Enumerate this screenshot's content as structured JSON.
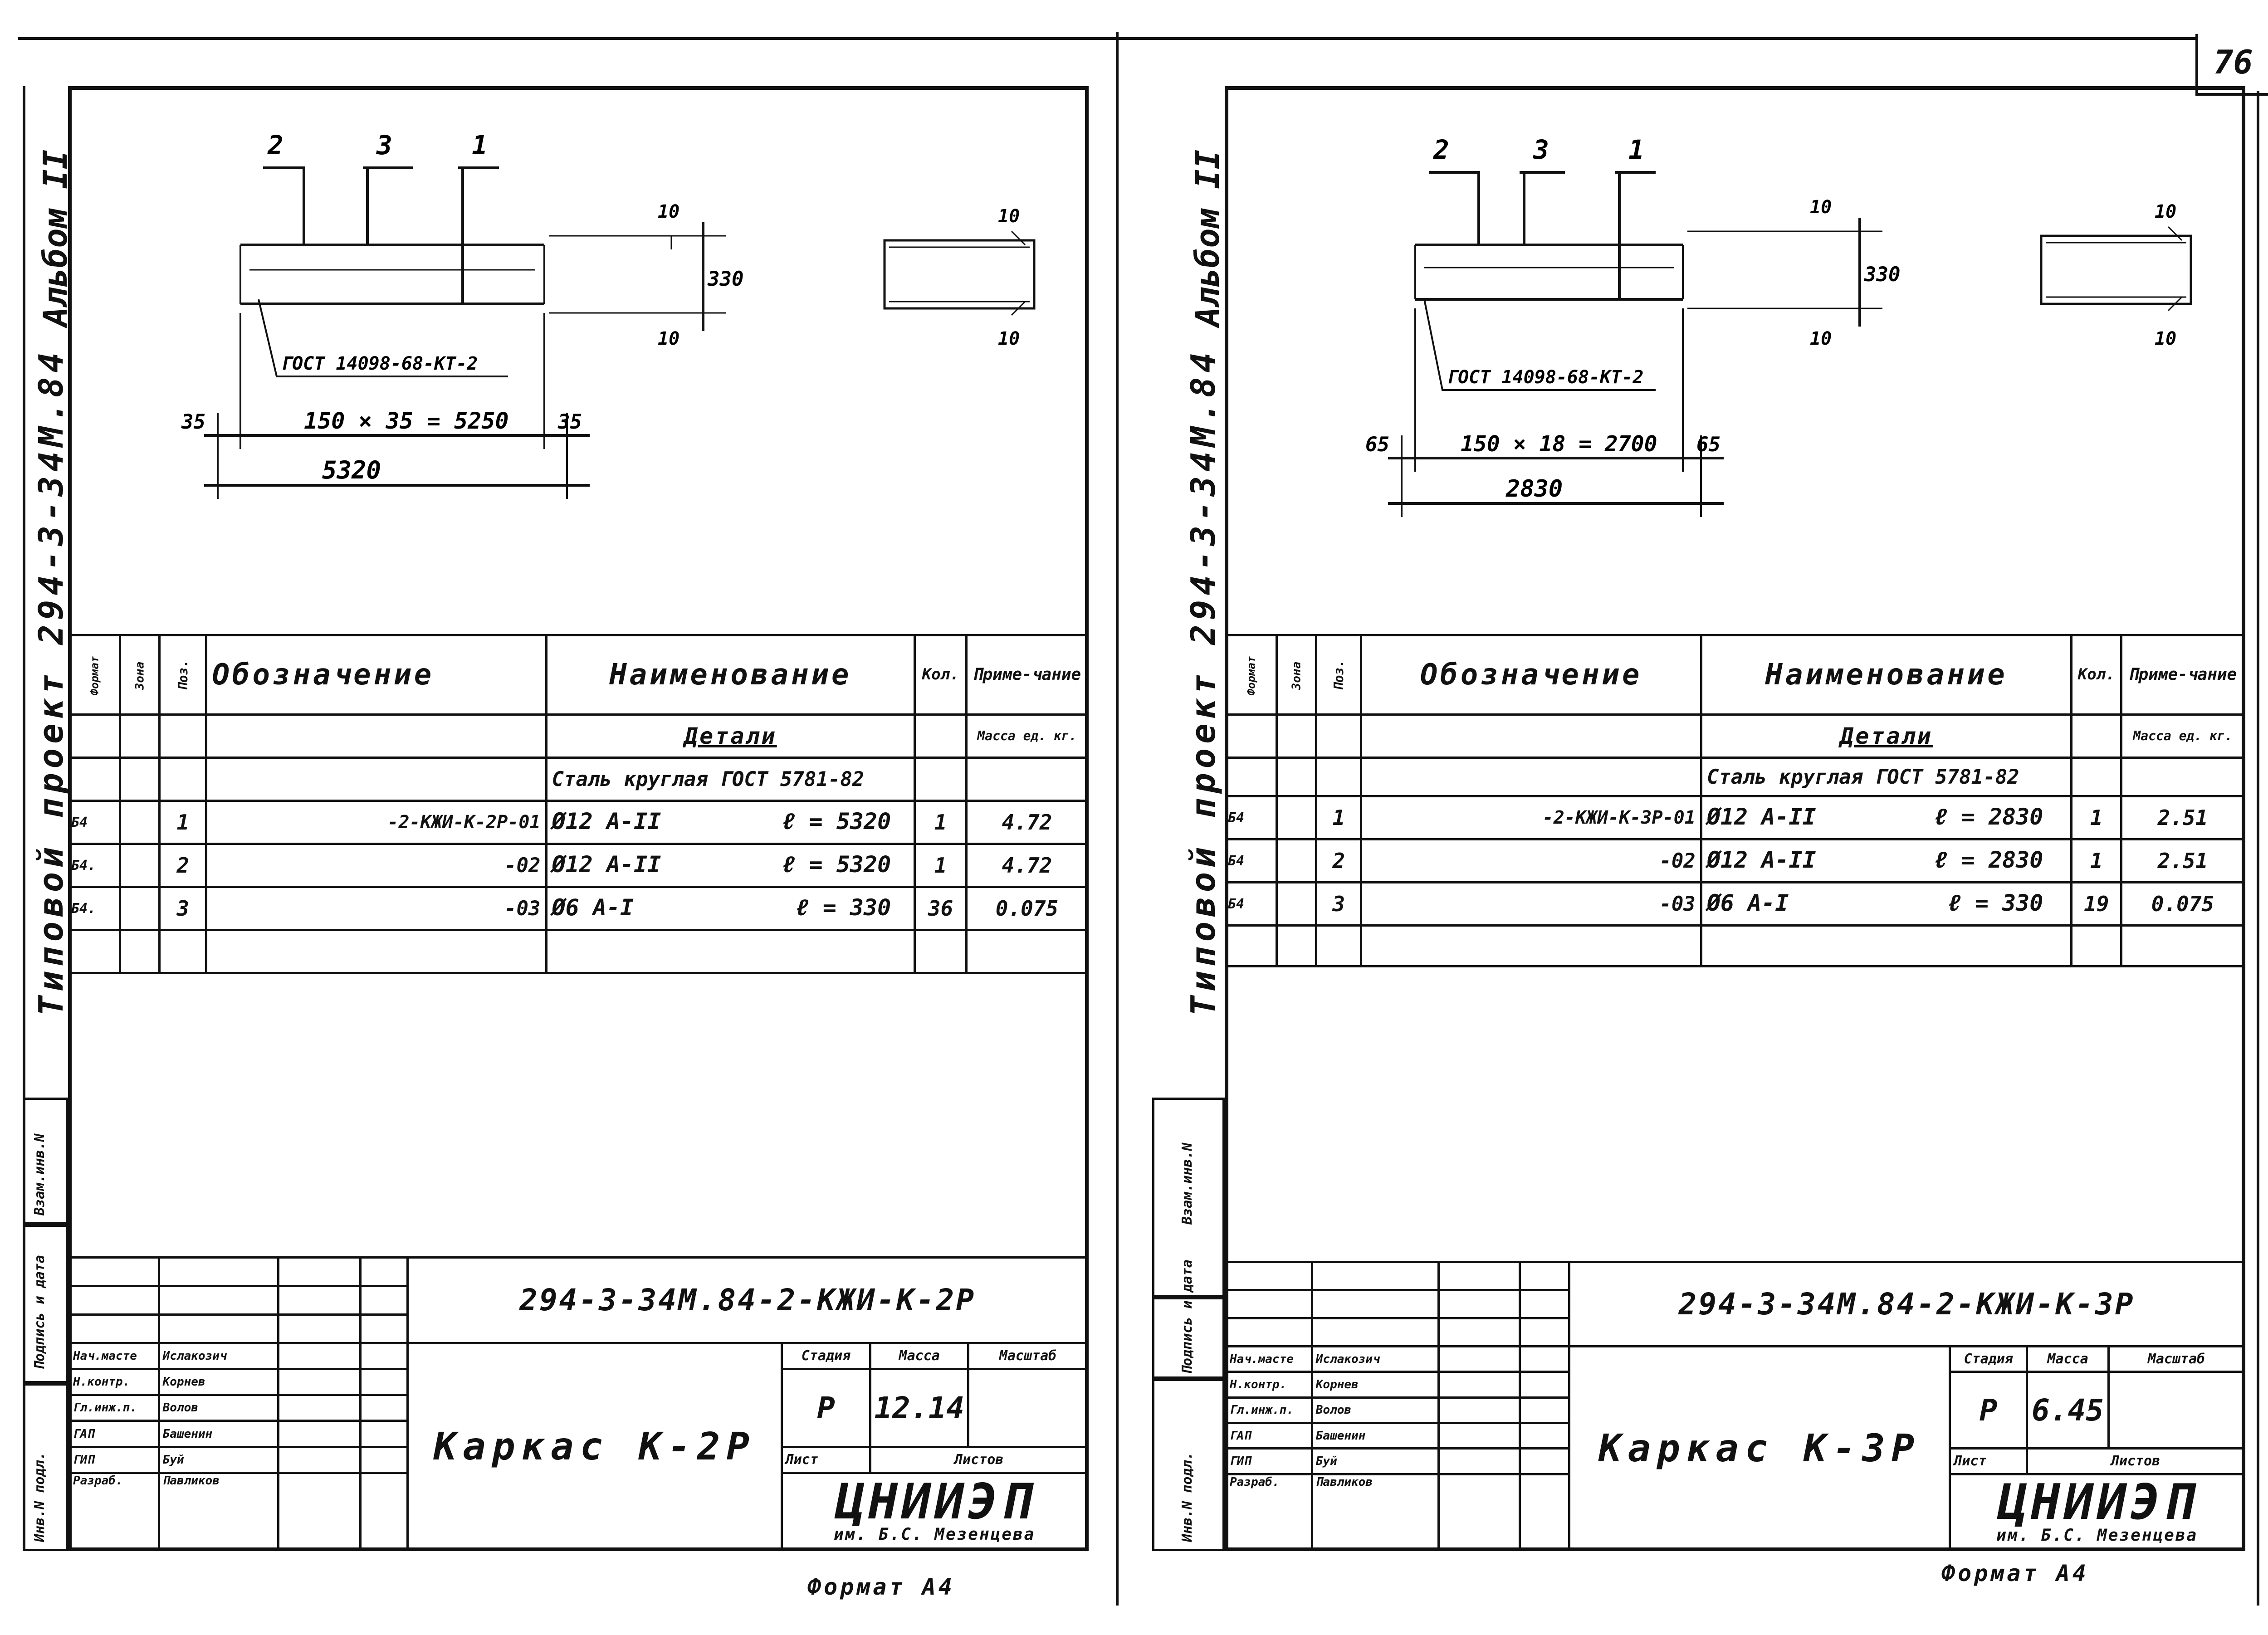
{
  "page_number": "76",
  "sheets": [
    {
      "album": "Альбом II",
      "project": "Типовой проект 294-3-34М.84",
      "side_boxes": [
        "Взам.инв.N",
        "Подпись и дата",
        "Инв.N подл."
      ],
      "drawing": {
        "callouts": [
          "2",
          "3",
          "1"
        ],
        "gost": "ГОСТ 14098-68-КТ-2",
        "dim_left": "35",
        "dim_right": "35",
        "dim_mid": "150 × 35 = 5250",
        "dim_total": "5320",
        "dim_top": "10",
        "dim_height": "330",
        "dim_bottom": "10",
        "sec_top": "10",
        "sec_bottom": "10"
      },
      "spec": {
        "headers": {
          "format": "Формат",
          "zone": "Зона",
          "pos": "Поз.",
          "designation": "Обозначение",
          "name": "Наименование",
          "qty": "Кол.",
          "note": "Приме-чание"
        },
        "section": "Детали",
        "mass_unit": "Масса ед. кг.",
        "material": "Сталь круглая ГОСТ 5781-82",
        "rows": [
          {
            "format": "Б4",
            "pos": "1",
            "designation": "-2-КЖИ-К-2Р-01",
            "bar": "Ø12 А-II",
            "length": "ℓ = 5320",
            "qty": "1",
            "mass": "4.72"
          },
          {
            "format": "Б4.",
            "pos": "2",
            "designation": "-02",
            "bar": "Ø12 А-II",
            "length": "ℓ = 5320",
            "qty": "1",
            "mass": "4.72"
          },
          {
            "format": "Б4.",
            "pos": "3",
            "designation": "-03",
            "bar": "Ø6 А-I",
            "length": "ℓ = 330",
            "qty": "36",
            "mass": "0.075"
          }
        ]
      },
      "title_block": {
        "doc": "294-3-34М.84-2-КЖИ-К-2Р",
        "title": "Каркас К-2Р",
        "stage_label": "Стадия",
        "mass_label": "Масса",
        "scale_label": "Масштаб",
        "stage": "Р",
        "mass": "12.14",
        "sheet_label": "Лист",
        "sheets_label": "Листов",
        "org": "ЦНИИЭП",
        "org_sub": "им. Б.С. Мезенцева",
        "people": [
          {
            "role": "Нач.масте",
            "name": "Ислакозич"
          },
          {
            "role": "Н.контр.",
            "name": "Корнев"
          },
          {
            "role": "Гл.инж.п.",
            "name": "Волов"
          },
          {
            "role": "ГАП",
            "name": "Башенин"
          },
          {
            "role": "ГИП",
            "name": "Буй"
          },
          {
            "role": "Разраб.",
            "name": "Павликов"
          }
        ]
      },
      "format": "Формат А4"
    },
    {
      "album": "Альбом II",
      "project": "Типовой проект 294-3-34М.84",
      "side_boxes": [
        "Взам.инв.N",
        "Подпись и дата",
        "Инв.N подл."
      ],
      "drawing": {
        "callouts": [
          "2",
          "3",
          "1"
        ],
        "gost": "ГОСТ 14098-68-КТ-2",
        "dim_left": "65",
        "dim_right": "65",
        "dim_mid": "150 × 18 = 2700",
        "dim_total": "2830",
        "dim_top": "10",
        "dim_height": "330",
        "dim_bottom": "10",
        "sec_top": "10",
        "sec_bottom": "10"
      },
      "spec": {
        "headers": {
          "format": "Формат",
          "zone": "Зона",
          "pos": "Поз.",
          "designation": "Обозначение",
          "name": "Наименование",
          "qty": "Кол.",
          "note": "Приме-чание"
        },
        "section": "Детали",
        "mass_unit": "Масса ед. кг.",
        "material": "Сталь круглая ГОСТ 5781-82",
        "rows": [
          {
            "format": "Б4",
            "pos": "1",
            "designation": "-2-КЖИ-К-3Р-01",
            "bar": "Ø12 А-II",
            "length": "ℓ = 2830",
            "qty": "1",
            "mass": "2.51"
          },
          {
            "format": "Б4",
            "pos": "2",
            "designation": "-02",
            "bar": "Ø12 А-II",
            "length": "ℓ = 2830",
            "qty": "1",
            "mass": "2.51"
          },
          {
            "format": "Б4",
            "pos": "3",
            "designation": "-03",
            "bar": "Ø6 А-I",
            "length": "ℓ = 330",
            "qty": "19",
            "mass": "0.075"
          }
        ]
      },
      "title_block": {
        "doc": "294-3-34М.84-2-КЖИ-К-3Р",
        "title": "Каркас К-3Р",
        "stage_label": "Стадия",
        "mass_label": "Масса",
        "scale_label": "Масштаб",
        "stage": "Р",
        "mass": "6.45",
        "sheet_label": "Лист",
        "sheets_label": "Листов",
        "org": "ЦНИИЭП",
        "org_sub": "им. Б.С. Мезенцева",
        "people": [
          {
            "role": "Нач.масте",
            "name": "Ислакозич"
          },
          {
            "role": "Н.контр.",
            "name": "Корнев"
          },
          {
            "role": "Гл.инж.п.",
            "name": "Волов"
          },
          {
            "role": "ГАП",
            "name": "Башенин"
          },
          {
            "role": "ГИП",
            "name": "Буй"
          },
          {
            "role": "Разраб.",
            "name": "Павликов"
          }
        ]
      },
      "format": "Формат А4"
    }
  ]
}
